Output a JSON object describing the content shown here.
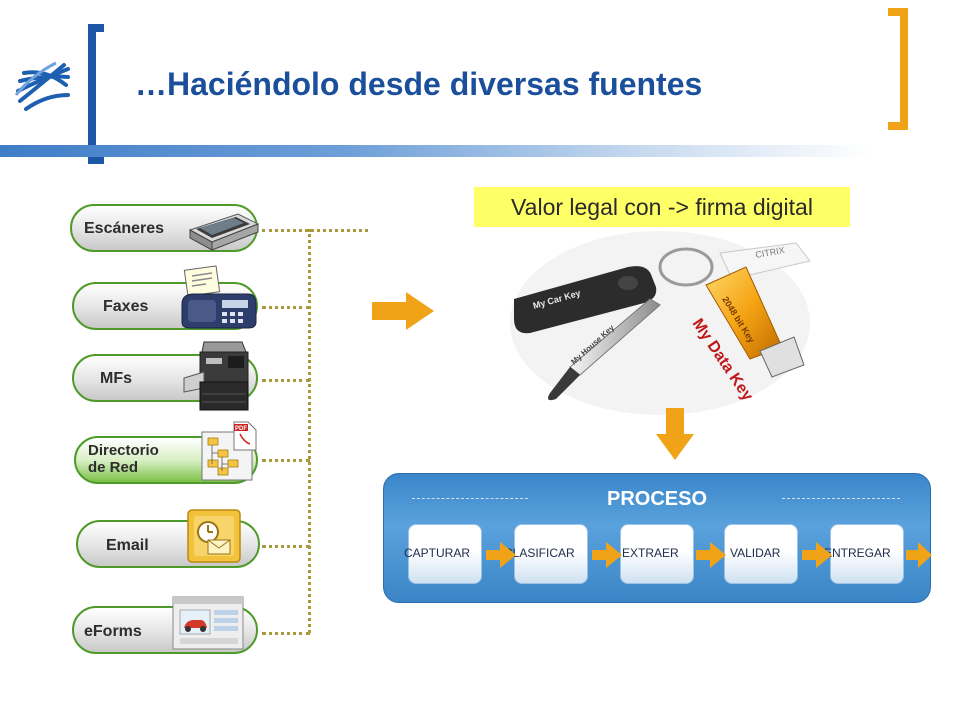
{
  "header": {
    "title": "…Haciéndolo desde diversas fuentes"
  },
  "sources": [
    {
      "label": "Escáneres",
      "icon": "scanner-icon"
    },
    {
      "label": "Faxes",
      "icon": "fax-icon"
    },
    {
      "label": "MFs",
      "icon": "multifunction-printer-icon"
    },
    {
      "label": "Directorio\nde Red",
      "icon": "pdf-network-folder-icon"
    },
    {
      "label": "Email",
      "icon": "outlook-email-icon"
    },
    {
      "label": "eForms",
      "icon": "eform-window-icon"
    }
  ],
  "legal_label": "Valor legal con -> firma digital",
  "keys_image": {
    "tags": [
      "My Car Key",
      "My House Key",
      "My Data Key",
      "2048 bit Key",
      "CITRIX"
    ]
  },
  "process": {
    "title": "PROCESO",
    "steps": [
      "CAPTURAR",
      "CLASIFICAR",
      "EXTRAER",
      "VALIDAR",
      "ENTREGAR"
    ]
  },
  "colors": {
    "title_blue": "#1b4f9c",
    "bracket_blue": "#1d56a7",
    "bracket_orange": "#f0a317",
    "pill_border_green": "#4e9a2b",
    "arrow_orange": "#f0a317",
    "legal_yellow": "#ffff66",
    "process_blue": "#3a86c9"
  }
}
